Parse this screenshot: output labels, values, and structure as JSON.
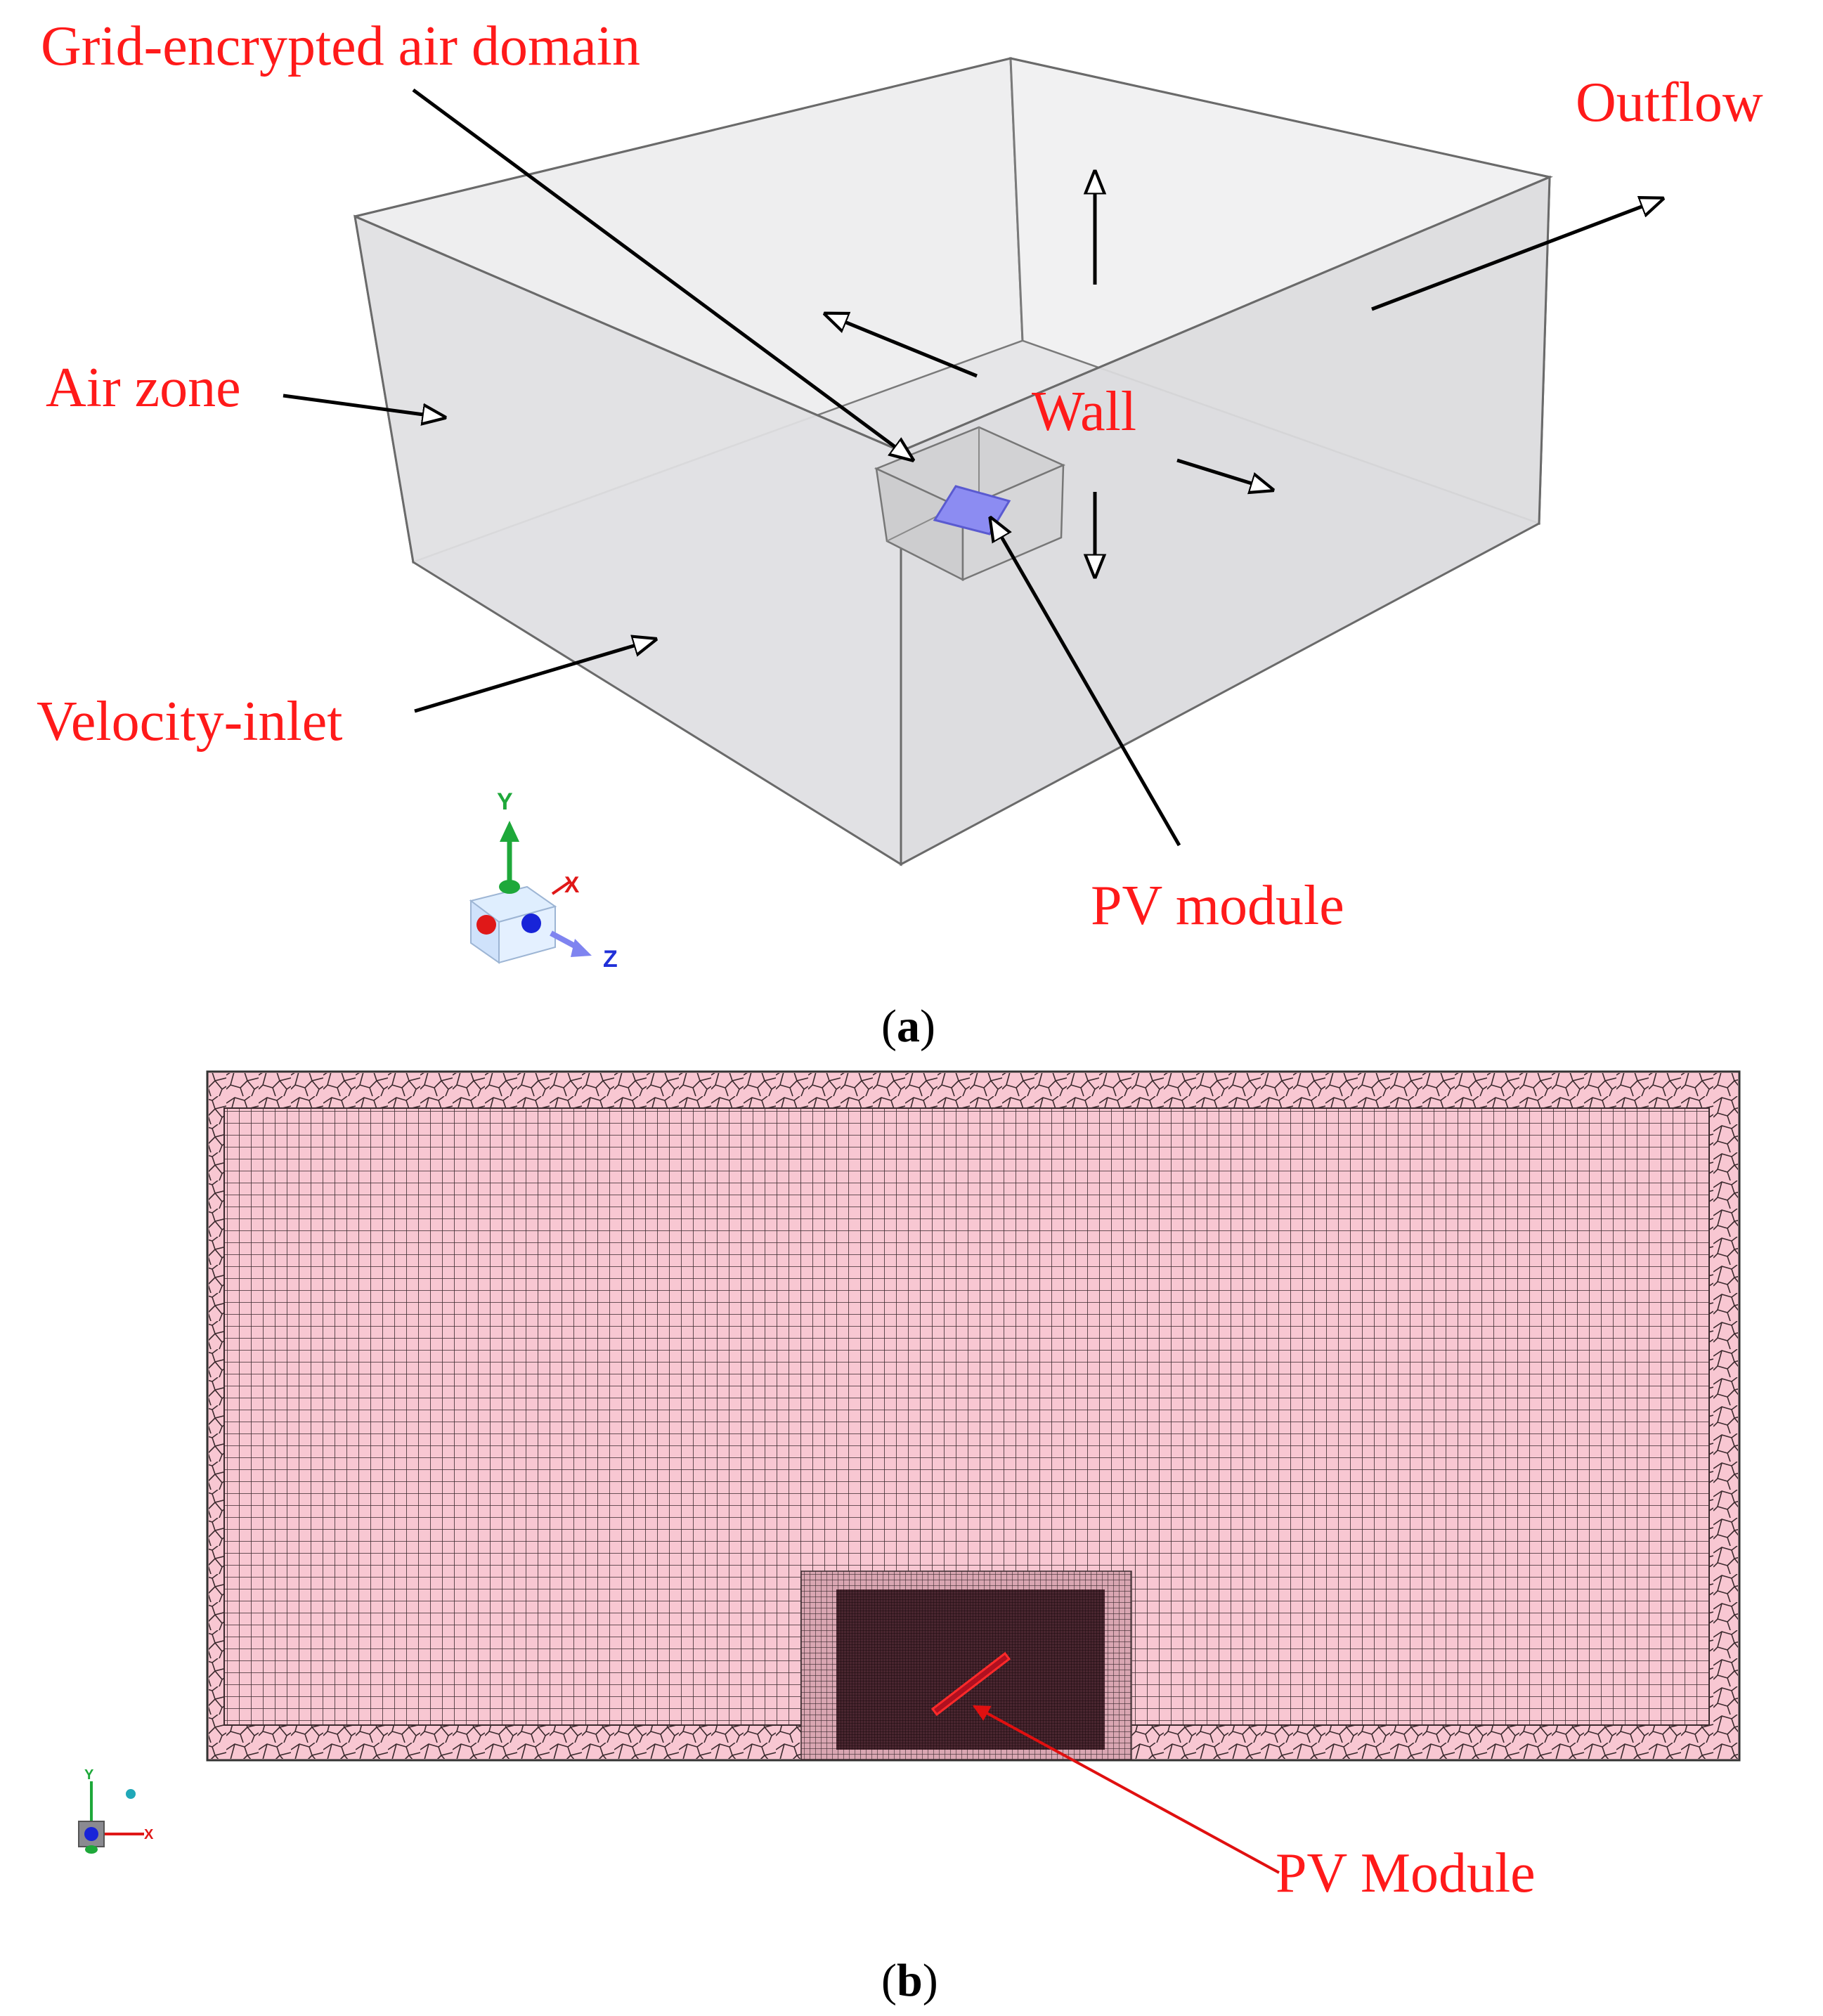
{
  "panel_a": {
    "labels": {
      "grid_encrypted": "Grid-encrypted air domain",
      "outflow": "Outflow",
      "air_zone": "Air zone",
      "wall": "Wall",
      "velocity_inlet": "Velocity-inlet",
      "pv_module": "PV module"
    },
    "caption": {
      "open": "(",
      "letter": "a",
      "close": ")"
    },
    "triad": {
      "y": "Y",
      "x": "X",
      "z": "Z"
    }
  },
  "panel_b": {
    "labels": {
      "pv_module": "PV Module"
    },
    "caption": {
      "open": "(",
      "letter": "b",
      "close": ")"
    },
    "triad": {
      "y": "Y",
      "x": "X"
    }
  },
  "colors": {
    "label_red": "#ff1a1a",
    "box_face": "#e2e2e4",
    "pv_blue": "#8c8cf2",
    "mesh_pink": "#f8c7d2",
    "mesh_dense": "#3a1a22"
  }
}
